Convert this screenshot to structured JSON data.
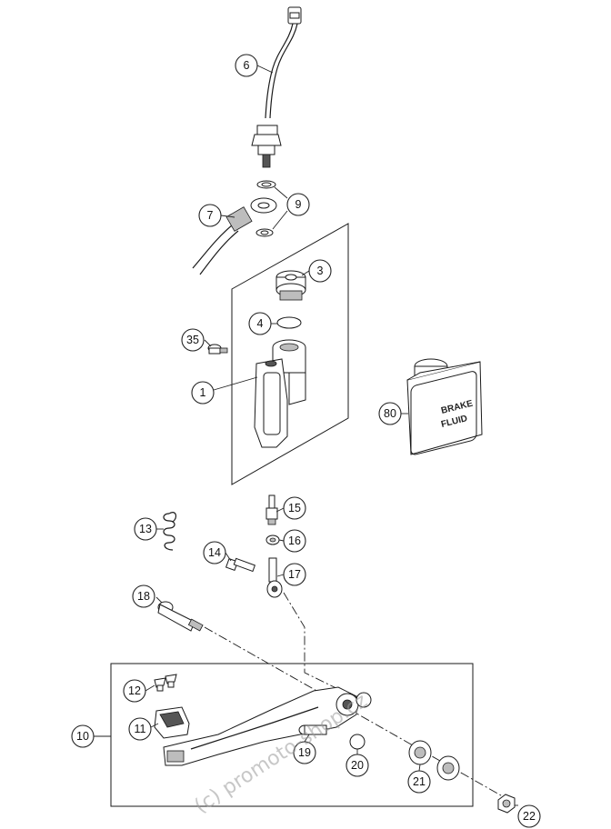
{
  "callouts": [
    "1",
    "3",
    "4",
    "6",
    "7",
    "9",
    "10",
    "11",
    "12",
    "13",
    "14",
    "15",
    "16",
    "17",
    "18",
    "19",
    "20",
    "21",
    "22",
    "35",
    "80"
  ],
  "bottle": {
    "line1": "BRAKE",
    "line2": "FLUID"
  },
  "watermark": "(c) promoto-shop.cz"
}
